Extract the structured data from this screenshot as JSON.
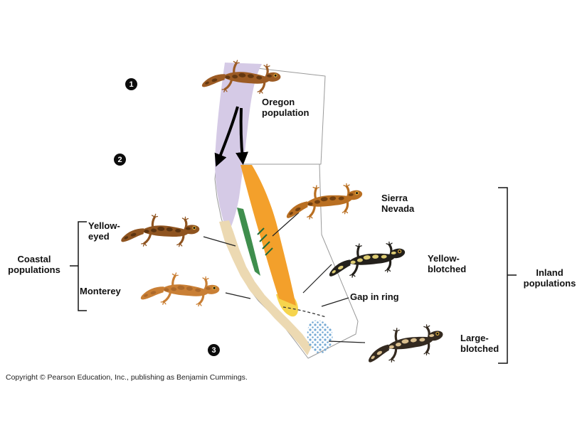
{
  "figure": {
    "copyright": "Copyright © Pearson Education, Inc., publishing as Benjamin Cummings."
  },
  "steps": [
    {
      "number": "1"
    },
    {
      "number": "2"
    },
    {
      "number": "3"
    }
  ],
  "labels": {
    "oregon": {
      "line1": "Oregon",
      "line2": "population"
    },
    "sierra": {
      "line1": "Sierra",
      "line2": "Nevada"
    },
    "yellow_blotched": {
      "line1": "Yellow-",
      "line2": "blotched"
    },
    "gap": "Gap in ring",
    "large_blotched": {
      "line1": "Large-",
      "line2": "blotched"
    },
    "yellow_eyed": {
      "line1": "Yellow-",
      "line2": "eyed"
    },
    "monterey": "Monterey",
    "coastal": {
      "line1": "Coastal",
      "line2": "populations"
    },
    "inland": {
      "line1": "Inland",
      "line2": "populations"
    }
  },
  "colors": {
    "map_outline": "#9a9a9a",
    "band_oregon_purple": "#d5cae6",
    "band_sierra_orange": "#f3a02b",
    "band_yellow_tip": "#f6d44d",
    "band_green": "#3f8e4d",
    "band_coastal_tan": "#ecd9b2",
    "hatch_dark_green": "#1f6b3a",
    "dots_blue": "#74a9d4",
    "arrow_black": "#000000",
    "bracket_black": "#141414",
    "connector": "#222222"
  },
  "salamanders": [
    {
      "name": "oregon-population-salamander",
      "style": "--body:#9c5b24;--spots:#5e3410"
    },
    {
      "name": "sierra-nevada-salamander",
      "style": "--body:#b96f22;--spots:#6b3c10"
    },
    {
      "name": "yellow-blotched-salamander",
      "style": "--body:#23201b;--spots:#f2df7d"
    },
    {
      "name": "large-blotched-salamander",
      "style": "--body:#342a20;--spots:#eccf9a"
    },
    {
      "name": "yellow-eyed-salamander",
      "style": "--body:#8f5420;--spots:#54300e"
    },
    {
      "name": "monterey-salamander",
      "style": "--body:#c97f35;--spots:#a8672a"
    }
  ]
}
